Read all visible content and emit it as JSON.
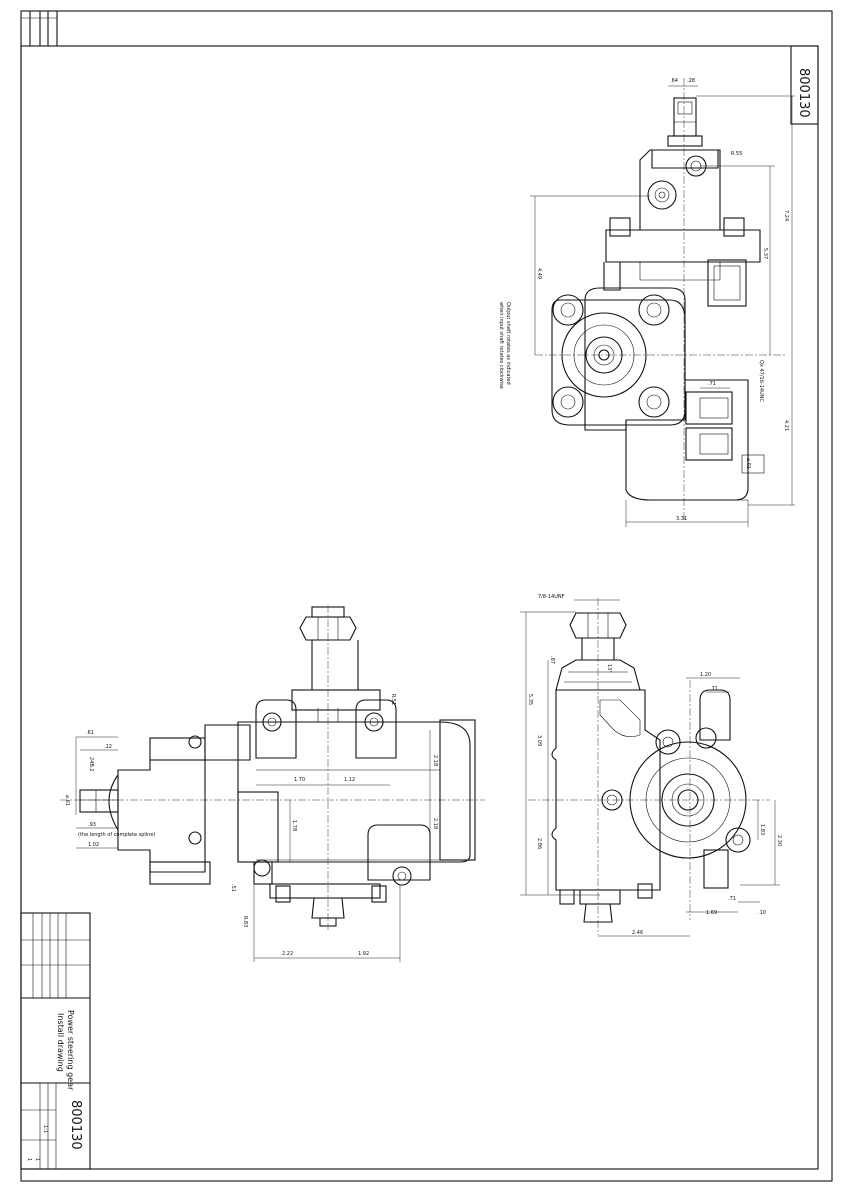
{
  "drawing_number": "800130",
  "title_block": {
    "drawing_number": "800130",
    "title_line1": "Power steering gear",
    "title_line2": "Install drawing",
    "scale": "1:1",
    "sheet": "1",
    "sheets": "1"
  },
  "note_lines": [
    "Output shaft rotates as indicated",
    "when input shaft rotates clockwise"
  ],
  "top_view": {
    "dims": {
      "d064": ".64",
      "d028": ".28",
      "r055": "R.55",
      "d724": "7.24",
      "d537": "5.37",
      "d449": "4.49",
      "thread": "Qx 47/16-14UNC",
      "d071": ".71",
      "d421": "4.21",
      "d331": "3.31",
      "tol": "⌀.01"
    }
  },
  "side_view": {
    "dims": {
      "d061": ".61",
      "d012": ".12",
      "d24": "24B.2",
      "dia": "⌀.61",
      "d093": ".93",
      "spline_note": "(the length of complete spline)",
      "d102": "1.02",
      "r051": "R.51",
      "d170": "1.70",
      "d112": "1.12",
      "d218a": "2.18",
      "d178": "1.78",
      "d218b": "2.18",
      "d051": ".51",
      "r083": "R.83",
      "d222": "2.22",
      "d192": "1.92"
    }
  },
  "end_view": {
    "dims": {
      "thread": "7/8-14UNF",
      "d087": ".87",
      "angle": "13°",
      "d120": "1.20",
      "d071": ".71",
      "d535": "5.35",
      "d309": "3.09",
      "d286": "2.86",
      "d183": "1.83",
      "d230": "2.30",
      "d071b": ".71",
      "d169": "1.69",
      "d010": ".10",
      "d246": "2.46"
    }
  }
}
